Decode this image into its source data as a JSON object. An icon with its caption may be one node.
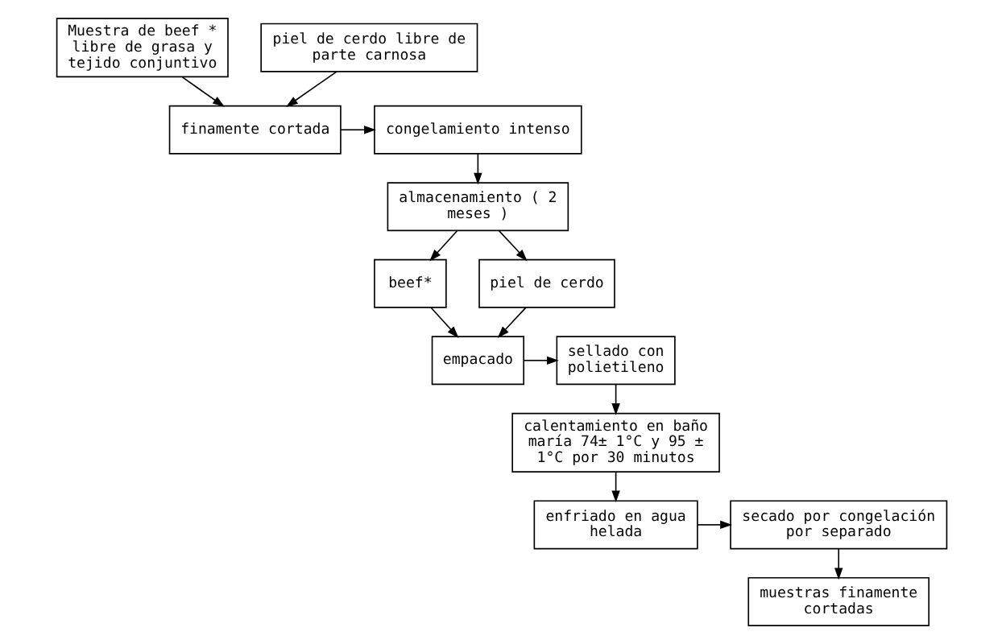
{
  "diagram": {
    "nodes": [
      {
        "text": [
          "Muestra de beef * libre de grasa y tejido conjuntivo"
        ]
      },
      {
        "text": [
          "piel de cerdo libre de parte carnosa"
        ]
      },
      {
        "text": [
          "finamente cortada"
        ]
      },
      {
        "text": [
          "congelamiento intenso"
        ]
      },
      {
        "text": [
          "almacenamiento ( 2 meses )"
        ]
      },
      {
        "text": [
          "beef*"
        ]
      },
      {
        "text": [
          "piel de cerdo"
        ]
      },
      {
        "text": [
          "empacado"
        ]
      },
      {
        "text": [
          "sellado con polietileno"
        ]
      },
      {
        "text": [
          "calentamiento en baño maría 74± 1°C y 95 ± 1°C por 30 minutos"
        ]
      },
      {
        "text": [
          "enfriado en agua helada"
        ]
      },
      {
        "text": [
          "secado por congelación por separado"
        ]
      },
      {
        "text": [
          "muestras finamente cortadas"
        ]
      }
    ],
    "edges": [
      {
        "from": 0,
        "to": 2,
        "arrow": "to"
      },
      {
        "from": 1,
        "to": 2,
        "arrow": "to"
      },
      {
        "from": 2,
        "to": 3,
        "arrow": "to"
      },
      {
        "from": 3,
        "to": 4,
        "arrow": "to"
      },
      {
        "from": 4,
        "to": 5,
        "arrow": "to"
      },
      {
        "from": 4,
        "to": 6,
        "arrow": "to"
      },
      {
        "from": 5,
        "to": 7,
        "arrow": "to"
      },
      {
        "from": 6,
        "to": 7,
        "arrow": "to"
      },
      {
        "from": 7,
        "to": 8,
        "arrow": "to"
      },
      {
        "from": 8,
        "to": 9,
        "arrow": "to"
      },
      {
        "from": 9,
        "to": 10,
        "arrow": "to"
      },
      {
        "from": 10,
        "to": 11,
        "arrow": "to"
      },
      {
        "from": 11,
        "to": 12,
        "arrow": "to"
      }
    ]
  }
}
